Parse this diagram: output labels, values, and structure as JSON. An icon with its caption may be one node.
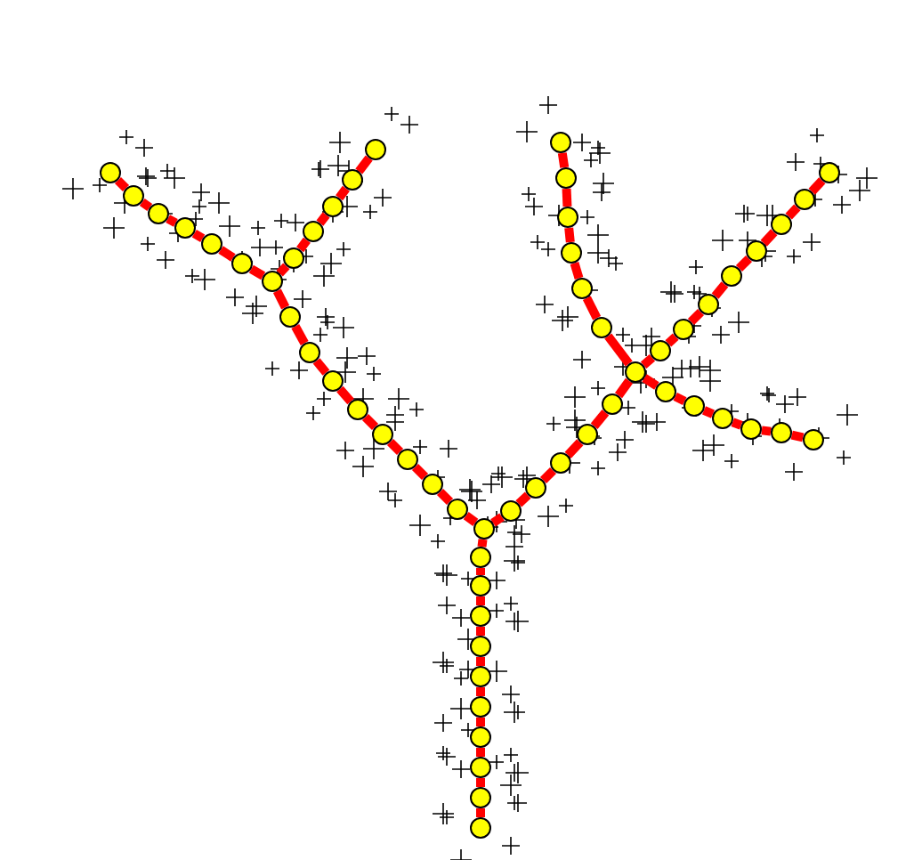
{
  "diagram": {
    "nodes": [
      {
        "text": [],
        "shape": "circle"
      },
      {
        "text": [],
        "shape": "circle"
      },
      {
        "text": [],
        "shape": "circle"
      },
      {
        "text": [],
        "shape": "circle"
      },
      {
        "text": [],
        "shape": "circle"
      },
      {
        "text": [],
        "shape": "circle"
      },
      {
        "text": [],
        "shape": "circle"
      },
      {
        "text": [],
        "shape": "circle"
      },
      {
        "text": [],
        "shape": "circle"
      },
      {
        "text": [],
        "shape": "circle"
      },
      {
        "text": [],
        "shape": "circle"
      },
      {
        "text": [],
        "shape": "circle"
      },
      {
        "text": [],
        "shape": "circle"
      },
      {
        "text": [],
        "shape": "circle"
      },
      {
        "text": [],
        "shape": "circle"
      },
      {
        "text": [],
        "shape": "circle"
      },
      {
        "text": [],
        "shape": "circle"
      },
      {
        "text": [],
        "shape": "circle"
      },
      {
        "text": [],
        "shape": "circle"
      },
      {
        "text": [],
        "shape": "circle"
      },
      {
        "text": [],
        "shape": "circle"
      },
      {
        "text": [],
        "shape": "circle"
      },
      {
        "text": [],
        "shape": "circle"
      },
      {
        "text": [],
        "shape": "circle"
      },
      {
        "text": [],
        "shape": "circle"
      },
      {
        "text": [],
        "shape": "circle"
      },
      {
        "text": [],
        "shape": "circle"
      },
      {
        "text": [],
        "shape": "circle"
      },
      {
        "text": [],
        "shape": "circle"
      },
      {
        "text": [],
        "shape": "circle"
      },
      {
        "text": [],
        "shape": "circle"
      },
      {
        "text": [],
        "shape": "circle"
      },
      {
        "text": [],
        "shape": "circle"
      },
      {
        "text": [],
        "shape": "circle"
      },
      {
        "text": [],
        "shape": "circle"
      },
      {
        "text": [],
        "shape": "circle"
      },
      {
        "text": [],
        "shape": "circle"
      },
      {
        "text": [],
        "shape": "circle"
      },
      {
        "text": [],
        "shape": "circle"
      },
      {
        "text": [],
        "shape": "circle"
      },
      {
        "text": [],
        "shape": "circle"
      },
      {
        "text": [],
        "shape": "circle"
      },
      {
        "text": [],
        "shape": "circle"
      },
      {
        "text": [],
        "shape": "circle"
      },
      {
        "text": [],
        "shape": "circle"
      },
      {
        "text": [],
        "shape": "circle"
      },
      {
        "text": [],
        "shape": "circle"
      },
      {
        "text": [],
        "shape": "circle"
      },
      {
        "text": [],
        "shape": "circle"
      },
      {
        "text": [],
        "shape": "circle"
      },
      {
        "text": [],
        "shape": "circle"
      },
      {
        "text": [],
        "shape": "circle"
      },
      {
        "text": [],
        "shape": "circle"
      },
      {
        "text": [],
        "shape": "circle"
      },
      {
        "text": [],
        "shape": "circle"
      },
      {
        "text": [],
        "shape": "circle"
      },
      {
        "text": [],
        "shape": "circle"
      }
    ],
    "edges": [
      {
        "from": 0,
        "to": 1,
        "arrow": "none"
      },
      {
        "from": 1,
        "to": 2,
        "arrow": "none"
      },
      {
        "from": 2,
        "to": 3,
        "arrow": "none"
      },
      {
        "from": 3,
        "to": 4,
        "arrow": "none"
      },
      {
        "from": 4,
        "to": 5,
        "arrow": "none"
      },
      {
        "from": 5,
        "to": 6,
        "arrow": "none"
      },
      {
        "from": 6,
        "to": 7,
        "arrow": "none"
      },
      {
        "from": 7,
        "to": 8,
        "arrow": "none"
      },
      {
        "from": 8,
        "to": 9,
        "arrow": "none"
      },
      {
        "from": 9,
        "to": 10,
        "arrow": "none"
      },
      {
        "from": 10,
        "to": 11,
        "arrow": "none"
      },
      {
        "from": 11,
        "to": 12,
        "arrow": "none"
      },
      {
        "from": 12,
        "to": 13,
        "arrow": "none"
      },
      {
        "from": 13,
        "to": 14,
        "arrow": "none"
      },
      {
        "from": 14,
        "to": 15,
        "arrow": "none"
      },
      {
        "from": 15,
        "to": 16,
        "arrow": "none"
      },
      {
        "from": 16,
        "to": 17,
        "arrow": "none"
      },
      {
        "from": 17,
        "to": 18,
        "arrow": "none"
      },
      {
        "from": 18,
        "to": 19,
        "arrow": "none"
      },
      {
        "from": 19,
        "to": 20,
        "arrow": "none"
      },
      {
        "from": 20,
        "to": 21,
        "arrow": "none"
      },
      {
        "from": 21,
        "to": 22,
        "arrow": "none"
      },
      {
        "from": 22,
        "to": 23,
        "arrow": "none"
      },
      {
        "from": 23,
        "to": 24,
        "arrow": "none"
      },
      {
        "from": 24,
        "to": 25,
        "arrow": "none"
      },
      {
        "from": 19,
        "to": 26,
        "arrow": "none"
      },
      {
        "from": 26,
        "to": 27,
        "arrow": "none"
      },
      {
        "from": 27,
        "to": 28,
        "arrow": "none"
      },
      {
        "from": 28,
        "to": 29,
        "arrow": "none"
      },
      {
        "from": 29,
        "to": 30,
        "arrow": "none"
      },
      {
        "from": 10,
        "to": 31,
        "arrow": "none"
      },
      {
        "from": 31,
        "to": 32,
        "arrow": "none"
      },
      {
        "from": 32,
        "to": 33,
        "arrow": "none"
      },
      {
        "from": 33,
        "to": 34,
        "arrow": "none"
      },
      {
        "from": 34,
        "to": 35,
        "arrow": "none"
      },
      {
        "from": 35,
        "to": 36,
        "arrow": "none"
      },
      {
        "from": 36,
        "to": 37,
        "arrow": "none"
      },
      {
        "from": 37,
        "to": 38,
        "arrow": "none"
      },
      {
        "from": 38,
        "to": 39,
        "arrow": "none"
      },
      {
        "from": 39,
        "to": 40,
        "arrow": "none"
      },
      {
        "from": 40,
        "to": 41,
        "arrow": "none"
      },
      {
        "from": 41,
        "to": 42,
        "arrow": "none"
      },
      {
        "from": 36,
        "to": 43,
        "arrow": "none"
      },
      {
        "from": 43,
        "to": 44,
        "arrow": "none"
      },
      {
        "from": 44,
        "to": 45,
        "arrow": "none"
      },
      {
        "from": 45,
        "to": 46,
        "arrow": "none"
      },
      {
        "from": 46,
        "to": 47,
        "arrow": "none"
      },
      {
        "from": 47,
        "to": 48,
        "arrow": "none"
      },
      {
        "from": 48,
        "to": 49,
        "arrow": "none"
      },
      {
        "from": 49,
        "to": 50,
        "arrow": "none"
      },
      {
        "from": 36,
        "to": 51,
        "arrow": "none"
      },
      {
        "from": 51,
        "to": 52,
        "arrow": "none"
      },
      {
        "from": 52,
        "to": 53,
        "arrow": "none"
      },
      {
        "from": 53,
        "to": 54,
        "arrow": "none"
      },
      {
        "from": 54,
        "to": 55,
        "arrow": "none"
      },
      {
        "from": 55,
        "to": 56,
        "arrow": "none"
      }
    ]
  }
}
